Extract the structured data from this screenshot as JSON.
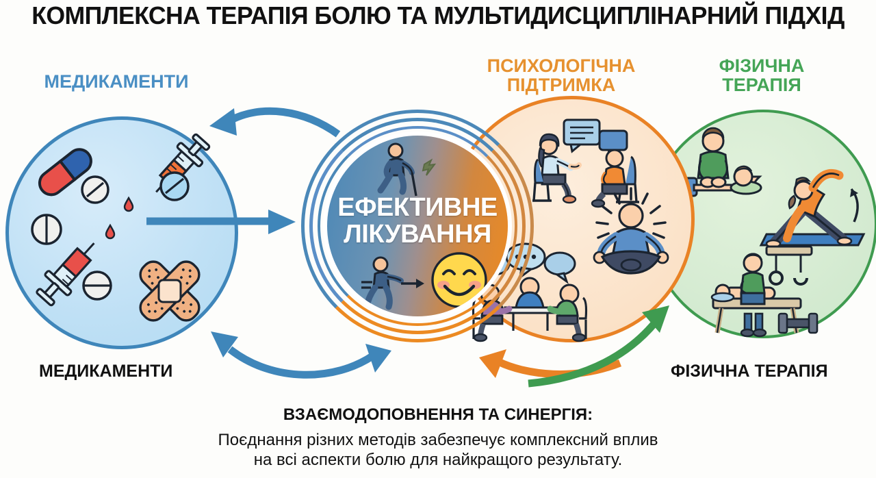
{
  "title": "КОМПЛЕКСНА ТЕРАПІЯ БОЛЮ ТА МУЛЬТИДИСЦИПЛІНАРНИЙ ПІДХІД",
  "sections": {
    "medications": {
      "heading": "МЕДИКАМЕНТИ",
      "bottom_label": "МЕДИКАМЕНТИ",
      "color": "#4a8fc4",
      "circle_fill": "#bfe0f5",
      "circle_stroke": "#3f86ba",
      "icons": [
        "capsule-pill-icon",
        "white-tablet-icon",
        "syringe-orange-icon",
        "blue-tablet-icon",
        "white-tablet-icon",
        "syringe-red-icon",
        "white-tablet-icon",
        "bandages-icon",
        "blood-drop-icon"
      ]
    },
    "psychological": {
      "heading_line1": "ПСИХОЛОГІЧНА",
      "heading_line2": "ПІДТРИМКА",
      "color": "#e6912f",
      "circle_fill": "#fbe2c8",
      "circle_stroke": "#e98225",
      "icons": [
        "therapy-session-icon",
        "meditation-icon",
        "group-therapy-icon",
        "speech-bubble-icon"
      ]
    },
    "physical": {
      "heading_line1": "ФІЗИЧНА",
      "heading_line2": "ТЕРАПІЯ",
      "bottom_label": "ФІЗИЧНА ТЕРАПІЯ",
      "color": "#45a557",
      "circle_fill": "#d3ead0",
      "circle_stroke": "#3f9b50",
      "icons": [
        "massage-therapy-icon",
        "yoga-stretch-icon",
        "rehabilitation-table-icon",
        "dumbbell-icon"
      ]
    }
  },
  "center": {
    "line1": "ЕФЕКТИВНЕ",
    "line2": "ЛІКУВАННЯ",
    "gradient_from": "#4b88b8",
    "gradient_to": "#ec8a22",
    "icons": [
      "person-walking-cane-icon",
      "person-walking-arrow-icon",
      "smiley-face-icon",
      "recovery-arrow-icon"
    ]
  },
  "arrows": [
    {
      "name": "arrow-center-to-medications",
      "color": "#3f86ba",
      "direction": "left"
    },
    {
      "name": "arrow-medications-to-center",
      "color": "#3f86ba",
      "direction": "right"
    },
    {
      "name": "arrow-medications-center-bidirectional",
      "color": "#3f86ba",
      "direction": "both"
    },
    {
      "name": "arrow-psychological-to-center",
      "color": "#e98225",
      "direction": "left"
    },
    {
      "name": "arrow-center-to-physical",
      "color": "#3f9b50",
      "direction": "right"
    }
  ],
  "footer": {
    "title": "ВЗАЄМОДОПОВНЕННЯ ТА СИНЕРГІЯ:",
    "line1": "Поєднання різних методів забезпечує комплексний вплив",
    "line2": "на всі аспекти болю для найкращого результату."
  }
}
